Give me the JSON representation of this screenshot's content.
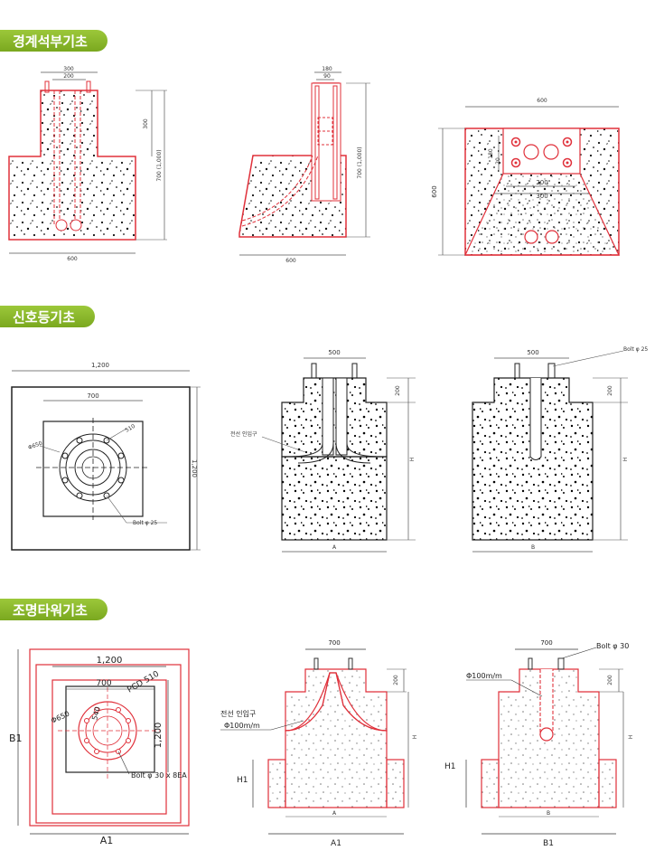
{
  "sections": {
    "boundary_stone": {
      "title": "경계석부기초"
    },
    "traffic_signal": {
      "title": "신호등기초"
    },
    "lighting_tower": {
      "title": "조명타워기초"
    }
  },
  "dims": {
    "d300": "300",
    "d200": "200",
    "d180": "180",
    "d90": "90",
    "d600": "600",
    "d700_1000": "700 (1,000)",
    "d20": "20",
    "d1200": "1,200",
    "d700": "700",
    "d500": "500",
    "d510": "510",
    "d650": "Φ650",
    "bolt25": "Bolt φ 25",
    "wire_inlet": "전선 인입구",
    "H": "H",
    "A": "A",
    "B": "B",
    "H1": "H1",
    "A1": "A1",
    "B1": "B1",
    "pcd510": "PCD 510",
    "d540": "540",
    "bolt30x8": "Bolt φ 30 x 8EA",
    "bolt30": "Bolt φ 30",
    "pipe100": "Φ100m/m"
  },
  "colors": {
    "red": "#e0303a",
    "dark": "#222222",
    "dim": "#555555",
    "tab": "#8bbb2a"
  }
}
